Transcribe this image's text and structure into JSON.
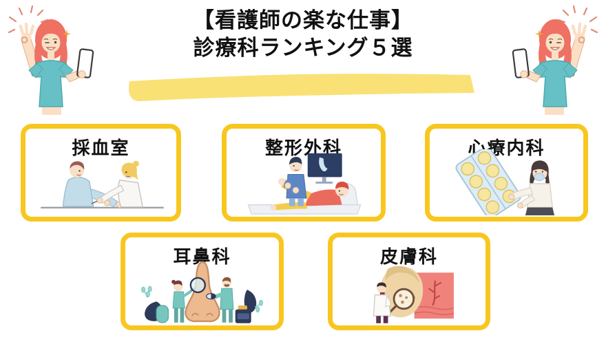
{
  "header": {
    "title_line1": "【看護師の楽な仕事】",
    "title_line2": "診療科ランキング５選"
  },
  "cards": [
    {
      "label": "採血室",
      "illustration": "blood-draw-illustration"
    },
    {
      "label": "整形外科",
      "illustration": "orthopedics-xray-illustration"
    },
    {
      "label": "心療内科",
      "illustration": "pill-blister-pack-illustration"
    },
    {
      "label": "耳鼻科",
      "illustration": "giant-nose-exam-illustration"
    },
    {
      "label": "皮膚科",
      "illustration": "skin-magnifier-exam-illustration"
    }
  ],
  "decorations": {
    "left_figure": "woman-ok-sign-holding-phone",
    "right_figure": "woman-ok-sign-holding-phone-mirrored",
    "title_underline": "yellow-marker-stroke"
  },
  "colors": {
    "background": "#FFFFFF",
    "card_border": "#F8C71F",
    "marker_yellow": "#FAE175",
    "title_text": "#111111",
    "teal_shirt": "#66C0C6",
    "coral_hair": "#EE7163"
  }
}
